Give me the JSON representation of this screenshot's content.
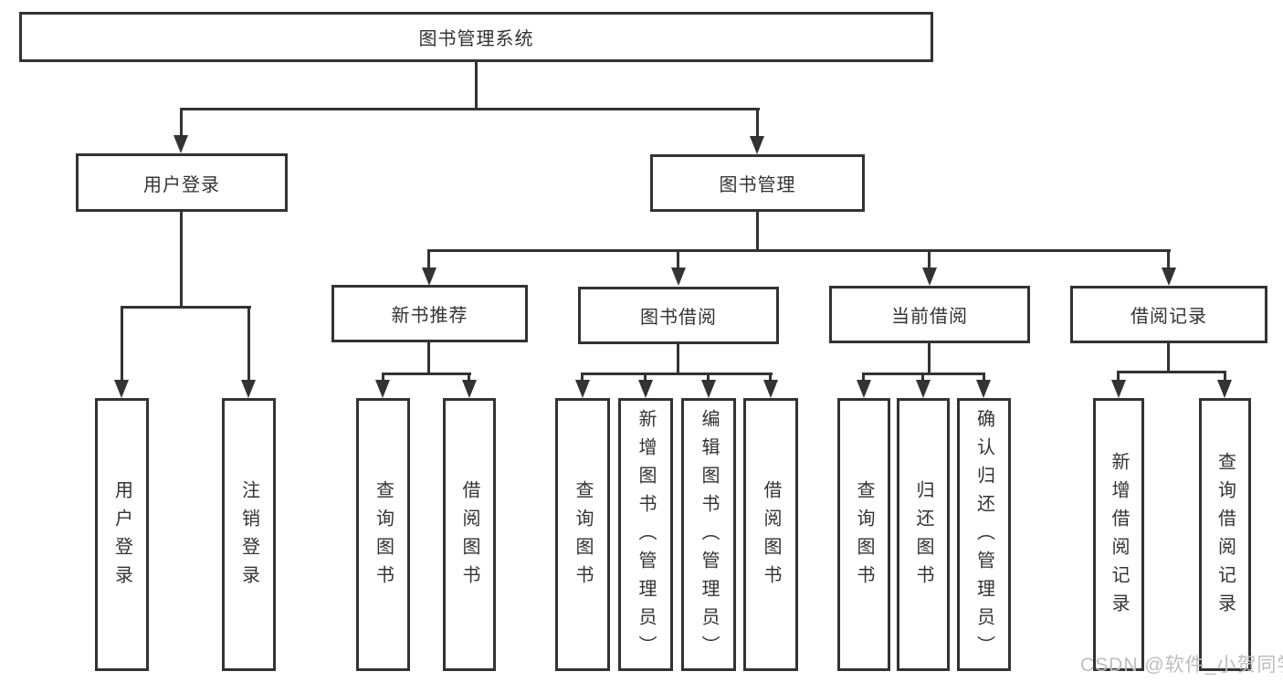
{
  "tree": {
    "root": "图书管理系统",
    "branches": [
      {
        "label": "用户登录",
        "children": [
          "用户登录",
          "注销登录"
        ]
      },
      {
        "label": "图书管理",
        "children": [
          {
            "label": "新书推荐",
            "children": [
              "查询图书",
              "借阅图书"
            ]
          },
          {
            "label": "图书借阅",
            "children": [
              "查询图书",
              "新增图书（管理员）",
              "编辑图书（管理员）",
              "借阅图书"
            ]
          },
          {
            "label": "当前借阅",
            "children": [
              "查询图书",
              "归还图书",
              "确认归还（管理员）"
            ]
          },
          {
            "label": "借阅记录",
            "children": [
              "新增借阅记录",
              "查询借阅记录"
            ]
          }
        ]
      }
    ]
  },
  "watermark": "CSDN @软件_小贺同学",
  "colors": {
    "line": "#333333",
    "text": "#333333",
    "watermark": "#bdbdbd",
    "background": "#ffffff"
  }
}
